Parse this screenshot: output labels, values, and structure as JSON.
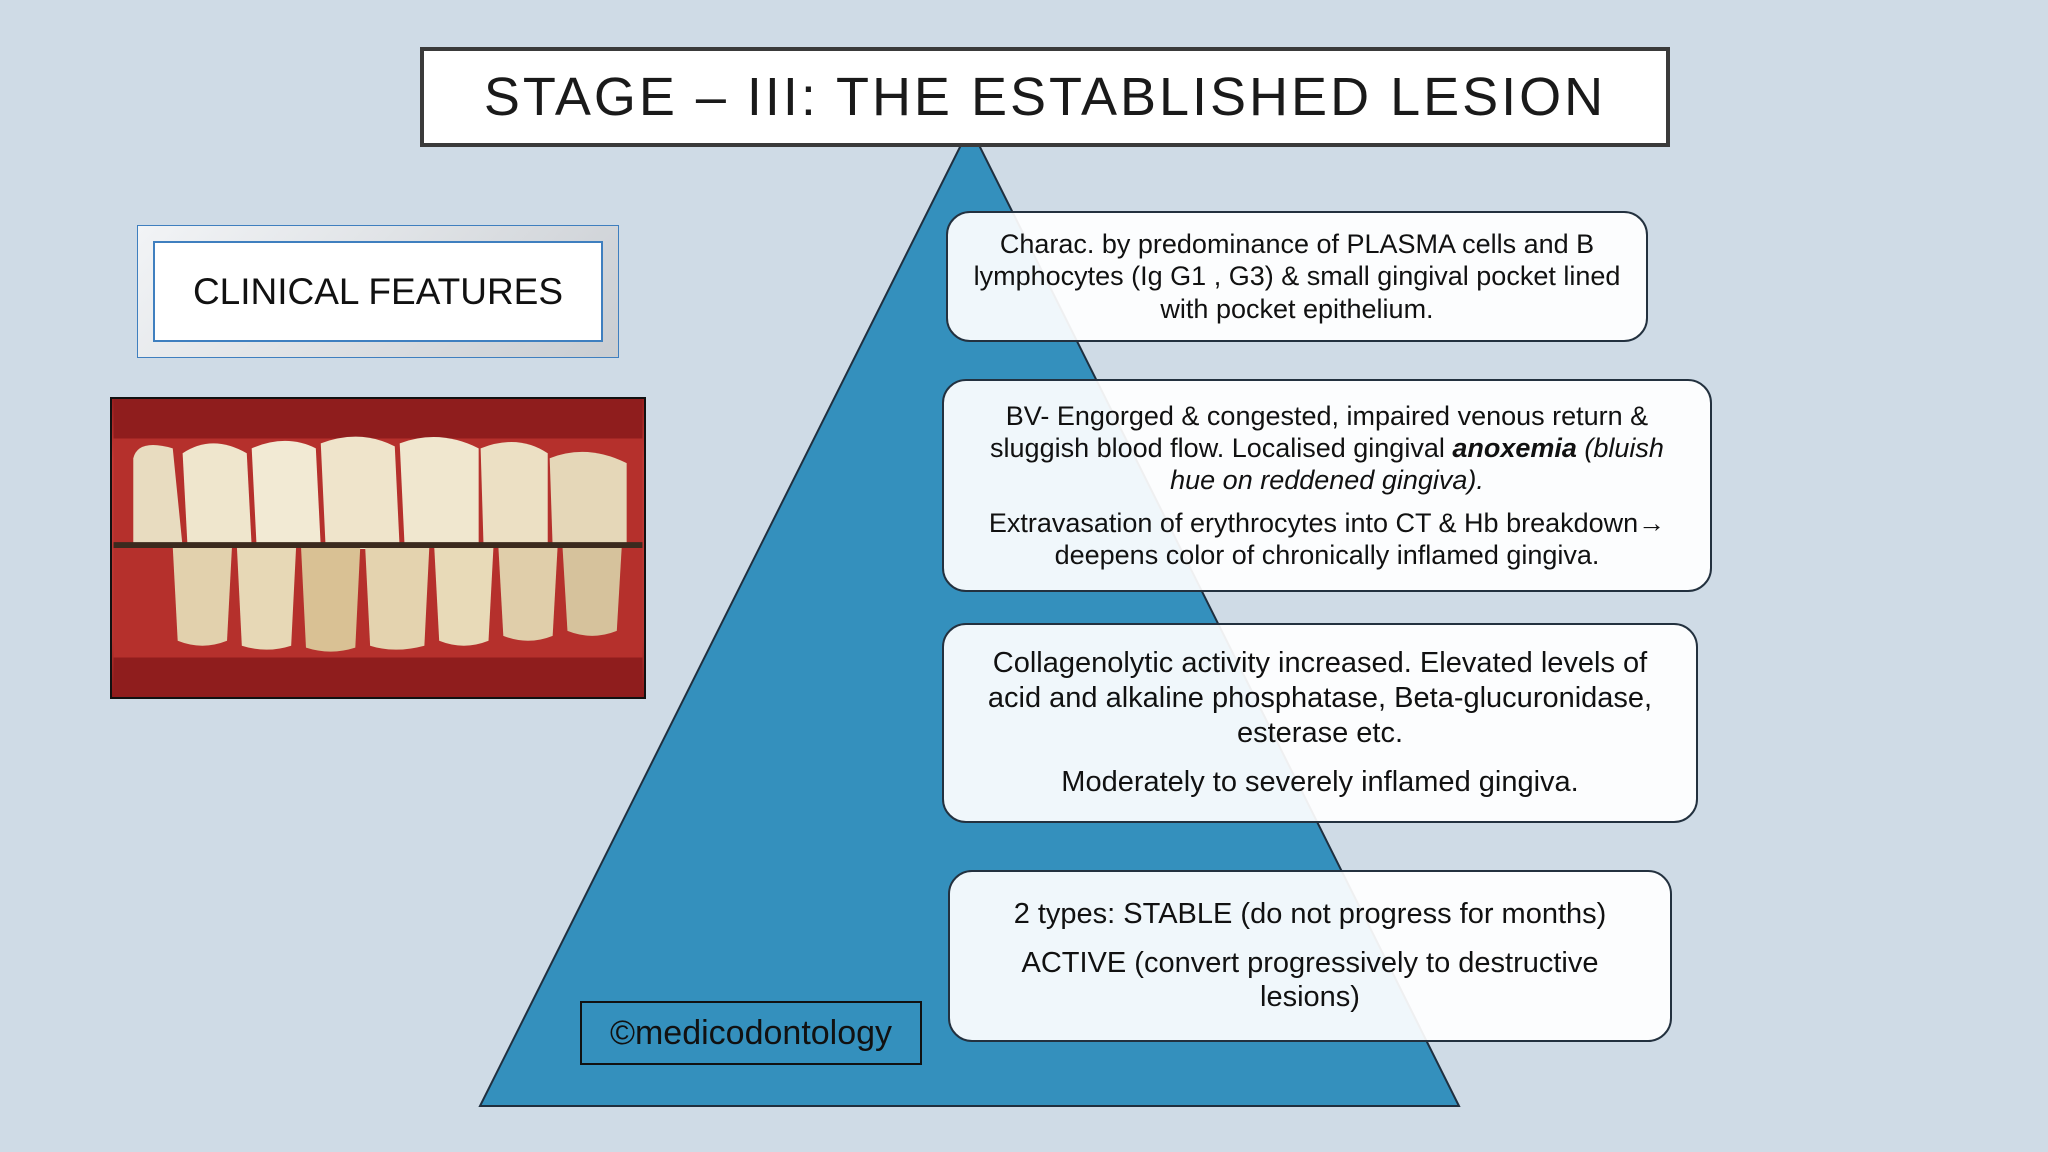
{
  "title": "STAGE – III: THE ESTABLISHED LESION",
  "clinical_features_label": "CLINICAL FEATURES",
  "colors": {
    "background": "#cfdbe6",
    "pyramid": "#3490bd"
  },
  "photo": {
    "description_icon": "teeth-gingivitis-photo"
  },
  "cards": {
    "card1": {
      "text": "Charac. by predominance of PLASMA cells and B lymphocytes (Ig G1 , G3) & small gingival pocket lined with pocket epithelium."
    },
    "card2": {
      "bv_prefix": "BV- Engorged & congested, impaired venous return & sluggish blood flow. Localised gingival ",
      "bv_emphasis": "anoxemia",
      "bv_suffix": " (bluish hue on reddened gingiva).",
      "extravasation": "Extravasation of erythrocytes into CT & Hb breakdown→ deepens color of chronically inflamed gingiva."
    },
    "card3": {
      "line1": "Collagenolytic activity increased. Elevated levels of acid and alkaline phosphatase, Beta-glucuronidase, esterase etc.",
      "line2": "Moderately to severely inflamed gingiva."
    },
    "card4": {
      "line1": "2 types: STABLE (do not progress for months)",
      "line2": "ACTIVE (convert progressively to destructive lesions)"
    }
  },
  "watermark": "©medicodontology"
}
